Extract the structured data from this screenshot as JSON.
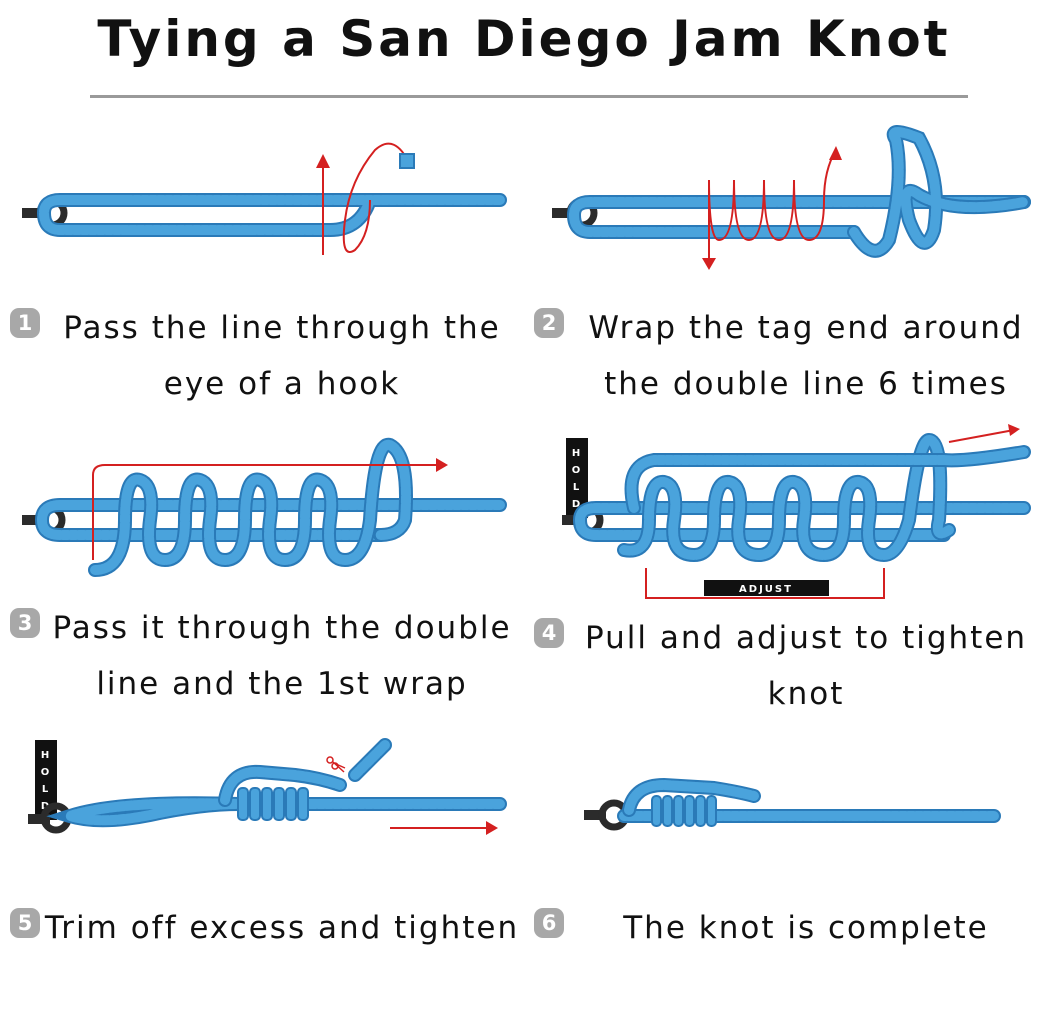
{
  "title": "Tying a San Diego Jam Knot",
  "steps": [
    {
      "num": "1",
      "text": "Pass the line through the eye of a hook"
    },
    {
      "num": "2",
      "text": "Wrap the tag end around the double line 6 times"
    },
    {
      "num": "3",
      "text": "Pass it through the double line and the 1st wrap"
    },
    {
      "num": "4",
      "text": "Pull and adjust to tighten knot"
    },
    {
      "num": "5",
      "text": "Trim off excess and tighten"
    },
    {
      "num": "6",
      "text": "The knot is complete"
    }
  ],
  "labels": {
    "hold": "HOLD",
    "adjust": "ADJUST"
  },
  "colors": {
    "line": "#4aa3dc",
    "line_dark": "#2a7ab8",
    "arrow": "#d42020",
    "hook": "#2b2b2b",
    "tag": "#111111"
  }
}
